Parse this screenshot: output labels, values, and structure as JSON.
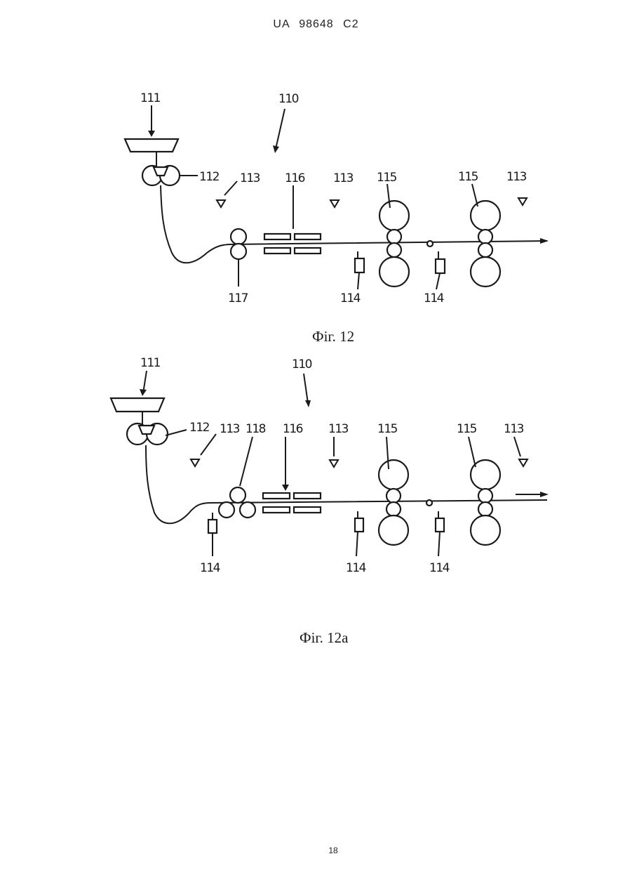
{
  "header": {
    "text": "UA   98648   C2"
  },
  "figure_12": {
    "caption": "Фіг. 12",
    "labels": {
      "l111": "111",
      "l110": "110",
      "l112": "112",
      "l113a": "113",
      "l116": "116",
      "l113b": "113",
      "l115a": "115",
      "l115b": "115",
      "l113c": "113",
      "l117": "117",
      "l114a": "114",
      "l114b": "114"
    }
  },
  "figure_12a": {
    "caption": "Фіг. 12a",
    "labels": {
      "l111": "111",
      "l110": "110",
      "l112": "112",
      "l113a": "113",
      "l118": "118",
      "l116": "116",
      "l113b": "113",
      "l115a": "115",
      "l115b": "115",
      "l113c": "113",
      "l114a": "114",
      "l114b": "114",
      "l114c": "114"
    }
  },
  "footer": {
    "page_number": "18"
  }
}
